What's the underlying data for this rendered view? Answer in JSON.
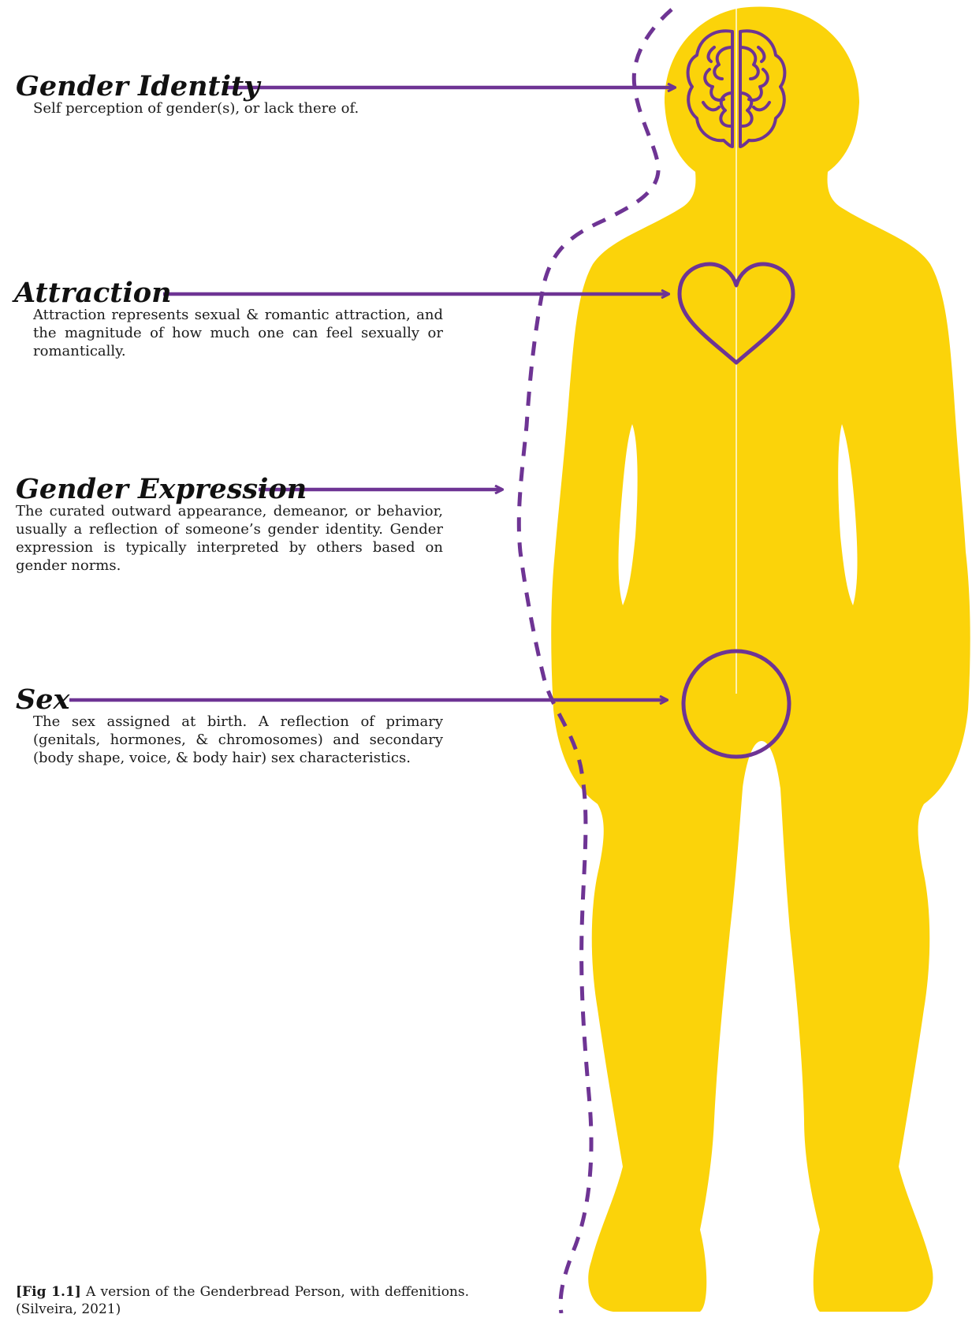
{
  "terms": [
    {
      "title": "Gender Identity",
      "description": "Self perception of gender(s), or lack there of."
    },
    {
      "title": "Attraction",
      "description": "Attraction represents sexual & romantic attraction, and the magnitude of how much one can feel sexually or romantically."
    },
    {
      "title": "Gender Expression",
      "description": "The curated outward appearance, demeanor, or behavior, usually a reflection of someone’s gender identity. Gender expression is typically interpreted by others based on gender norms."
    },
    {
      "title": "Sex",
      "description": "The sex assigned at birth. A reflection of primary (genitals, hormones, & chromosomes) and secondary (body shape, voice, & body hair) sex characteristics."
    }
  ],
  "caption": {
    "tag": "[Fig 1.1]",
    "text": " A version of the Genderbread Person, with deffenitions. (Silveira, 2021)"
  },
  "colors": {
    "body": "#FBD30A",
    "accent": "#6E3494",
    "text": "#1a1a1a"
  },
  "icons": [
    "brain-icon",
    "heart-icon",
    "genital-circle-icon",
    "dashed-expression-outline"
  ]
}
